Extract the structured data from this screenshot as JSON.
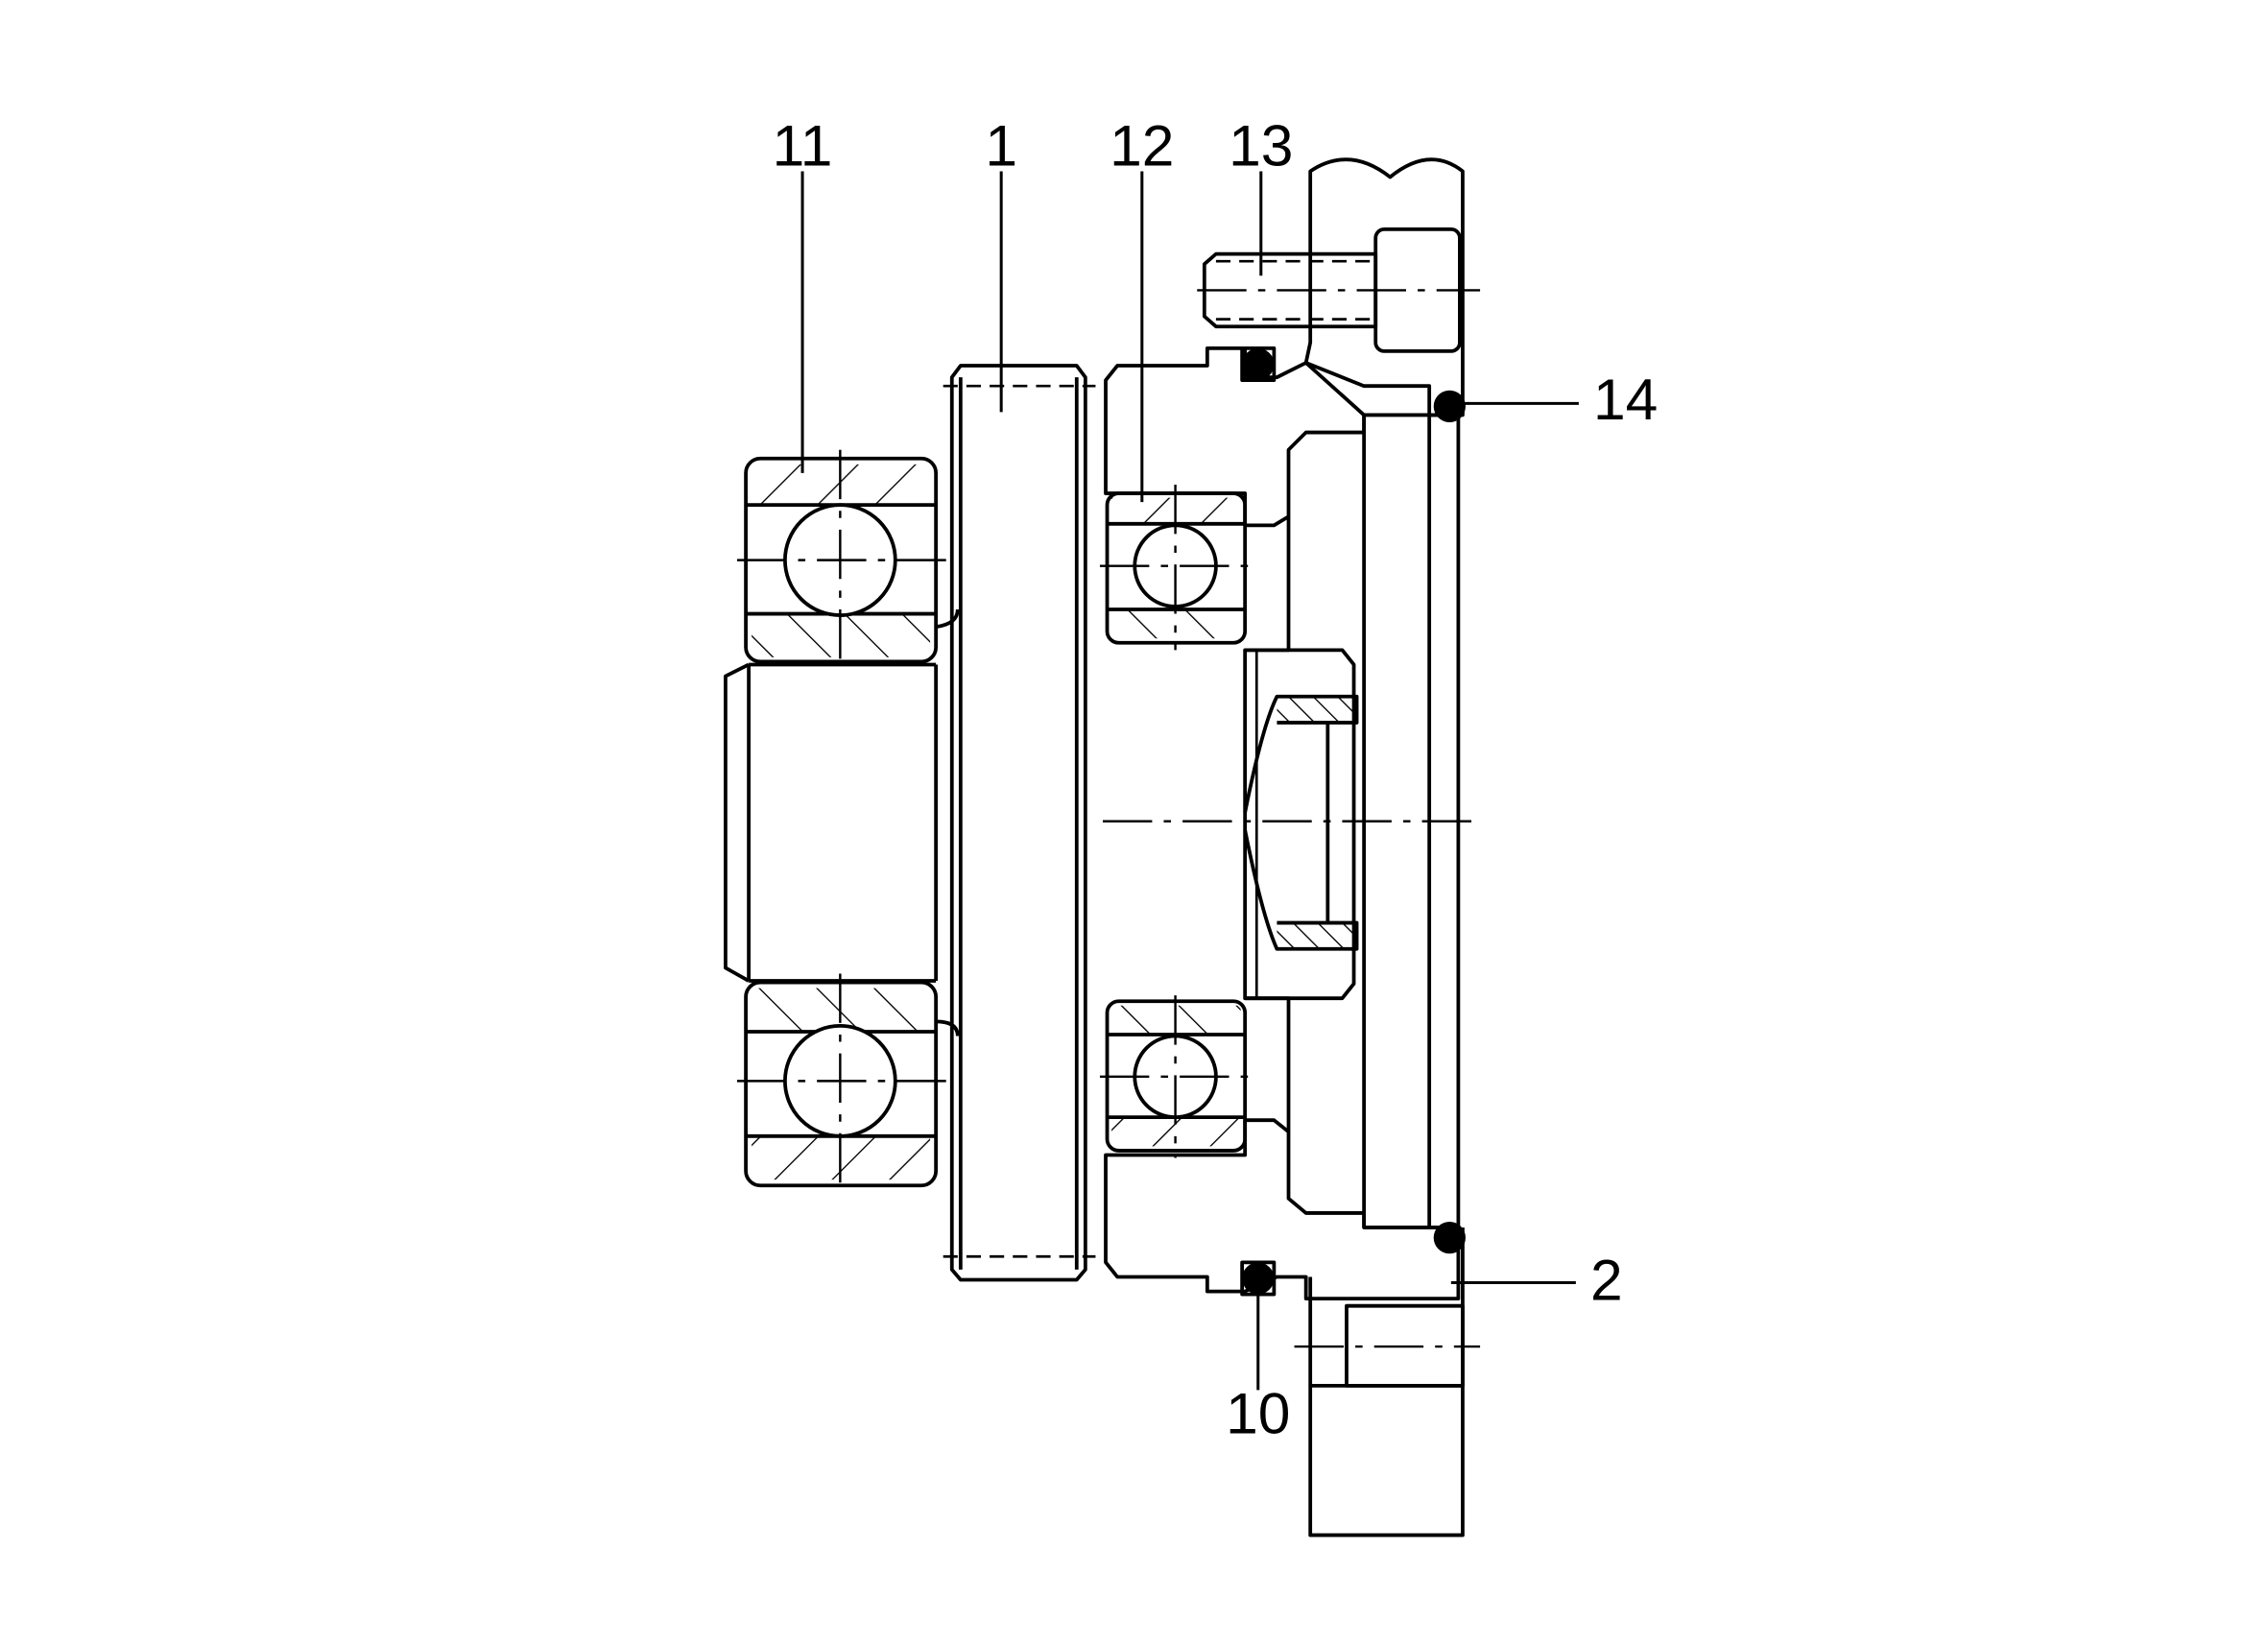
{
  "diagram": {
    "callouts": [
      {
        "id": "11",
        "text": "11"
      },
      {
        "id": "1",
        "text": "1"
      },
      {
        "id": "12",
        "text": "12"
      },
      {
        "id": "13",
        "text": "13"
      },
      {
        "id": "14",
        "text": "14"
      },
      {
        "id": "2",
        "text": "2"
      },
      {
        "id": "10",
        "text": "10"
      }
    ]
  }
}
